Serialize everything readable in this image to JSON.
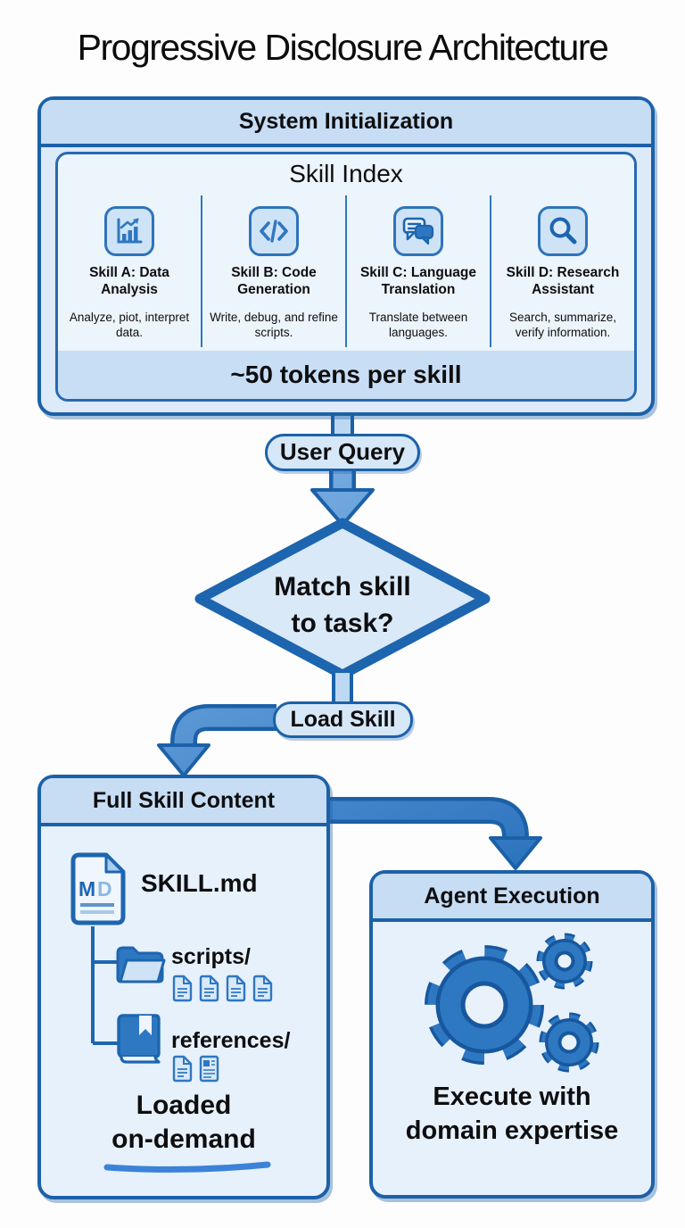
{
  "title": "Progressive Disclosure Architecture",
  "colors": {
    "accent_dark": "#1c61a8",
    "accent_mid": "#2f77c2",
    "box_fill": "#e7f1fb",
    "header_fill": "#c6ddf4",
    "footer_fill": "#c8def5",
    "text": "#0e0e10"
  },
  "system_init": {
    "header": "System Initialization",
    "skill_index": {
      "title": "Skill Index",
      "footer": "~50 tokens per skill",
      "skills": [
        {
          "icon": "bar-chart-icon",
          "name": "Skill A: Data Analysis",
          "desc": "Analyze, piot, interpret data."
        },
        {
          "icon": "code-icon",
          "name": "Skill B: Code Generation",
          "desc": "Write, debug, and refine scripts."
        },
        {
          "icon": "chat-bubbles-icon",
          "name": "Skill C: Language Translation",
          "desc": "Translate between languages."
        },
        {
          "icon": "search-icon",
          "name": "Skill D: Research Assistant",
          "desc": "Search, summarize, verify information."
        }
      ]
    }
  },
  "flow": {
    "user_query": "User Query",
    "decision": {
      "line1": "Match skill",
      "line2": "to task?"
    },
    "load_skill": "Load Skill"
  },
  "full_skill": {
    "header": "Full Skill Content",
    "md_file": {
      "badge_m": "M",
      "badge_d": "D",
      "label": "SKILL.md"
    },
    "tree": [
      {
        "label": "scripts/",
        "files": 4
      },
      {
        "label": "references/",
        "files": 2
      }
    ],
    "note": {
      "line1": "Loaded",
      "line2": "on-demand"
    }
  },
  "agent_execution": {
    "header": "Agent Execution",
    "caption": {
      "line1": "Execute with",
      "line2": "domain expertise"
    }
  }
}
